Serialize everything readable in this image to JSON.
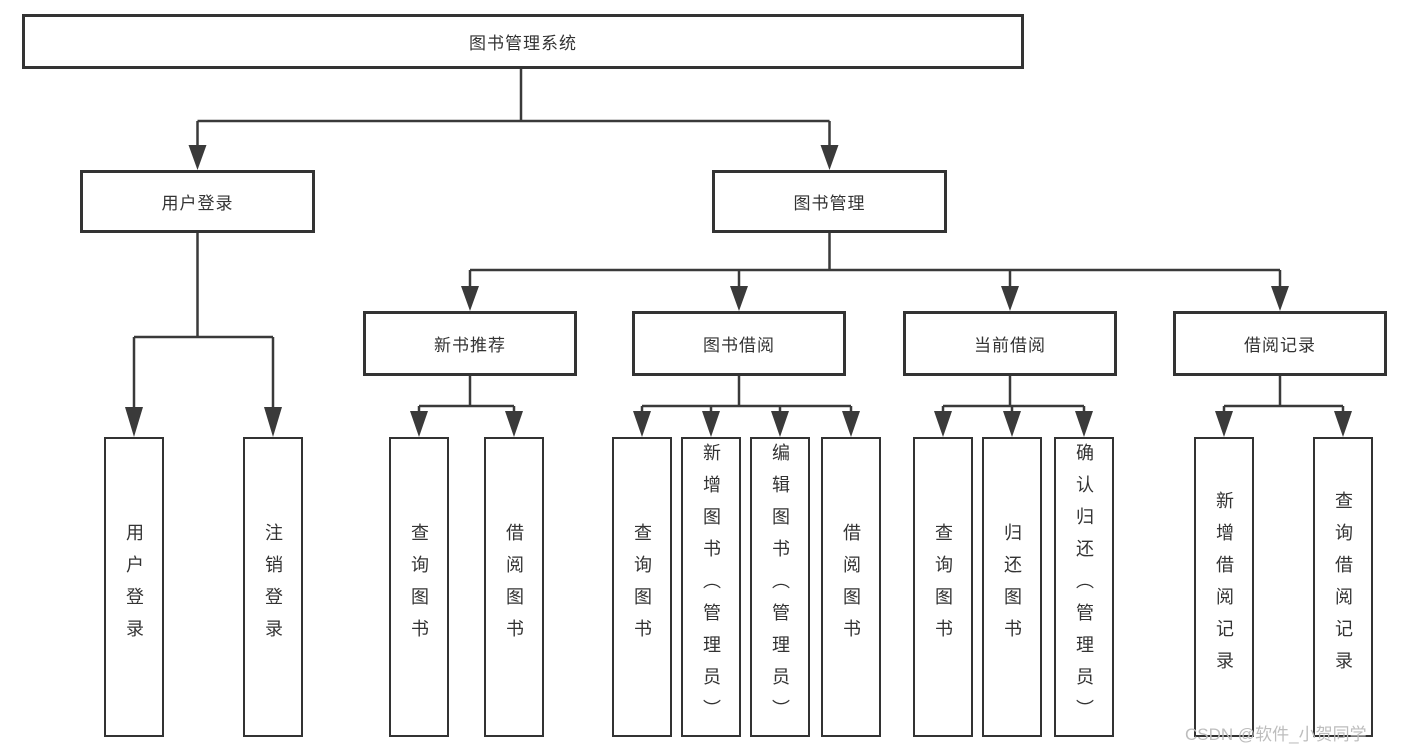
{
  "diagram": {
    "root": {
      "label": "图书管理系统"
    },
    "user_login": {
      "label": "用户登录",
      "children": [
        {
          "label": "用户登录"
        },
        {
          "label": "注销登录"
        }
      ]
    },
    "book_mgmt": {
      "label": "图书管理",
      "sections": [
        {
          "label": "新书推荐",
          "children": [
            {
              "label": "查询图书"
            },
            {
              "label": "借阅图书"
            }
          ]
        },
        {
          "label": "图书借阅",
          "children": [
            {
              "label": "查询图书"
            },
            {
              "label": "新增图书（管理员）"
            },
            {
              "label": "编辑图书（管理员）"
            },
            {
              "label": "借阅图书"
            }
          ]
        },
        {
          "label": "当前借阅",
          "children": [
            {
              "label": "查询图书"
            },
            {
              "label": "归还图书"
            },
            {
              "label": "确认归还（管理员）"
            }
          ]
        },
        {
          "label": "借阅记录",
          "children": [
            {
              "label": "新增借阅记录"
            },
            {
              "label": "查询借阅记录"
            }
          ]
        }
      ]
    }
  },
  "watermark": {
    "text": "CSDN @软件_小贺同学"
  },
  "colors": {
    "line": "#3a3a3a",
    "border": "#333333",
    "text": "#333333",
    "watermark": "#bdbdbd",
    "background": "#ffffff"
  }
}
